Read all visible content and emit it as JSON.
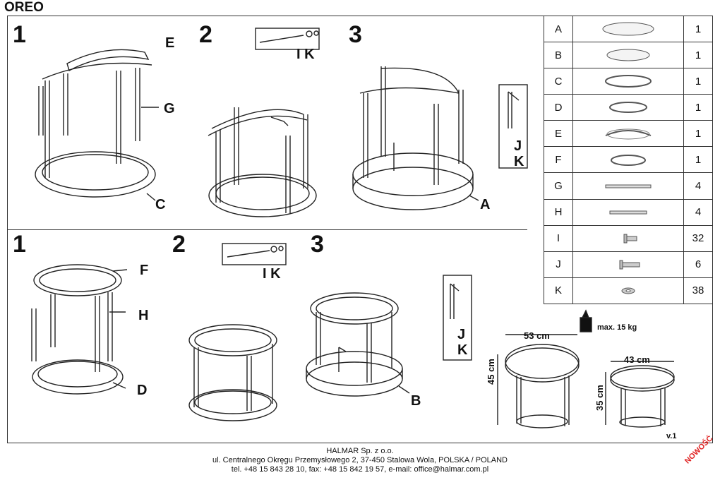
{
  "title": "OREO",
  "steps_top": [
    "1",
    "2",
    "3"
  ],
  "steps_bottom": [
    "1",
    "2",
    "3"
  ],
  "labels_top": {
    "e": "E",
    "g": "G",
    "c": "C",
    "ik": "I K",
    "j": "J",
    "k": "K",
    "a": "A"
  },
  "labels_bottom": {
    "f": "F",
    "h": "H",
    "d": "D",
    "ik": "I K",
    "j": "J",
    "k": "K",
    "b": "B"
  },
  "parts": [
    {
      "letter": "A",
      "qty": "1",
      "icon": "tabletop-large-icon"
    },
    {
      "letter": "B",
      "qty": "1",
      "icon": "tabletop-small-icon"
    },
    {
      "letter": "C",
      "qty": "1",
      "icon": "ring-large-icon"
    },
    {
      "letter": "D",
      "qty": "1",
      "icon": "ring-small-icon"
    },
    {
      "letter": "E",
      "qty": "1",
      "icon": "arc-large-icon"
    },
    {
      "letter": "F",
      "qty": "1",
      "icon": "ring-top-small-icon"
    },
    {
      "letter": "G",
      "qty": "4",
      "icon": "leg-long-icon"
    },
    {
      "letter": "H",
      "qty": "4",
      "icon": "leg-short-icon"
    },
    {
      "letter": "I",
      "qty": "32",
      "icon": "screw-icon"
    },
    {
      "letter": "J",
      "qty": "6",
      "icon": "bolt-icon"
    },
    {
      "letter": "K",
      "qty": "38",
      "icon": "washer-icon"
    }
  ],
  "dimensions": {
    "large_width": "53 cm",
    "large_height": "45 cm",
    "small_width": "43 cm",
    "small_height": "35 cm"
  },
  "max_load": "max. 15 kg",
  "version": "v.1",
  "footer": {
    "company": "HALMAR Sp. z o.o.",
    "address": "ul. Centralnego Okręgu Przemysłowego 2, 37-450 Stalowa Wola, POLSKA / POLAND",
    "contact": "tel. +48 15 843 28 10, fax: +48 15 842 19 57, e-mail: office@halmar.com.pl"
  },
  "badge": "NOWOŚĆ"
}
